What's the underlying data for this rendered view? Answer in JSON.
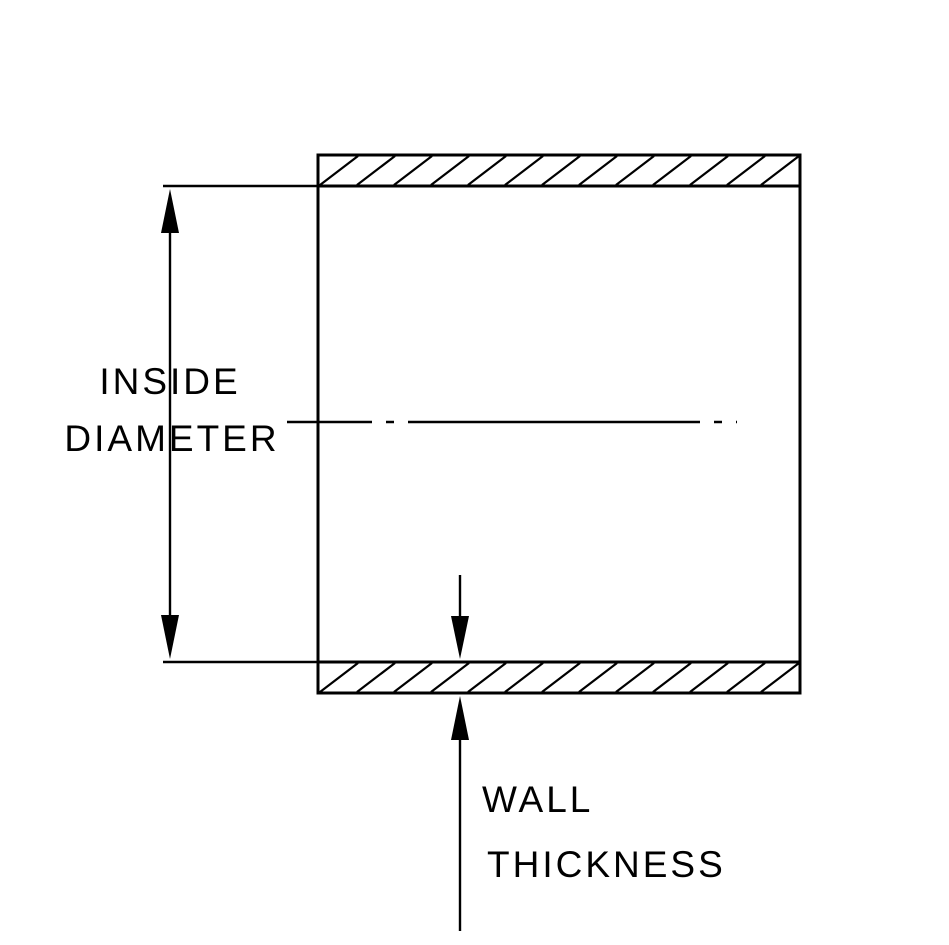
{
  "diagram": {
    "title": "hose-coupler-cross-section",
    "colors": {
      "line": "#000000",
      "background": "#ffffff"
    },
    "inside_diameter_label": {
      "line1": "INSIDE",
      "line2": "DIAMETER"
    },
    "wall_thickness_label": {
      "line1": "WALL",
      "line2": "THICKNESS"
    }
  }
}
